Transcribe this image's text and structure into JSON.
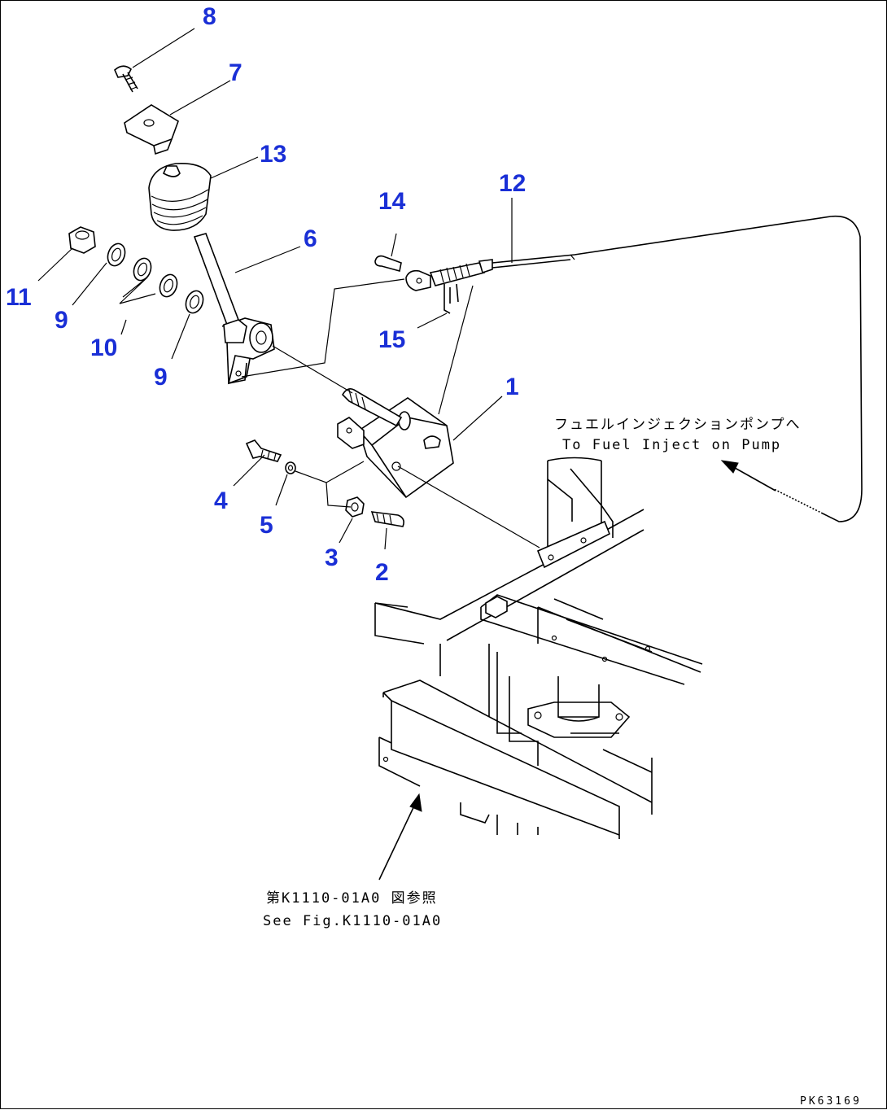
{
  "callouts": {
    "c1": "1",
    "c2": "2",
    "c3": "3",
    "c4": "4",
    "c5": "5",
    "c6": "6",
    "c7": "7",
    "c8": "8",
    "c9a": "9",
    "c9b": "9",
    "c10": "10",
    "c11": "11",
    "c12": "12",
    "c13": "13",
    "c14": "14",
    "c15": "15"
  },
  "notes": {
    "fuel_jp": "フュエルインジェクションポンプへ",
    "fuel_en": "To Fuel Inject on Pump",
    "see_jp": "第K1110-01A0 図参照",
    "see_en": "See Fig.K1110-01A0"
  },
  "drawing_id": "PK63169",
  "colors": {
    "callout": "#1a2fd6",
    "line": "#000000"
  }
}
